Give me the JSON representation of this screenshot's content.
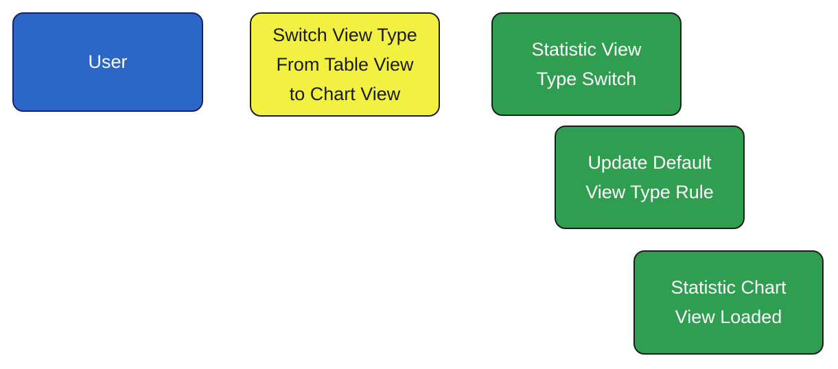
{
  "diagram": {
    "colors": {
      "actor_fill": "#2b67c6",
      "command_fill": "#f2f142",
      "event_fill": "#2f9e50",
      "light_text": "#ffffff",
      "dark_text": "#1b1b1b"
    },
    "nodes": [
      {
        "id": "user",
        "kind": "actor",
        "label": "User"
      },
      {
        "id": "switch",
        "kind": "command",
        "label": "Switch View Type\nFrom Table View\nto Chart View"
      },
      {
        "id": "stat-switch",
        "kind": "event",
        "label": "Statistic View\nType Switch"
      },
      {
        "id": "update-rule",
        "kind": "event",
        "label": "Update Default\nView Type Rule"
      },
      {
        "id": "chart-loaded",
        "kind": "event",
        "label": "Statistic Chart\nView Loaded"
      }
    ]
  }
}
